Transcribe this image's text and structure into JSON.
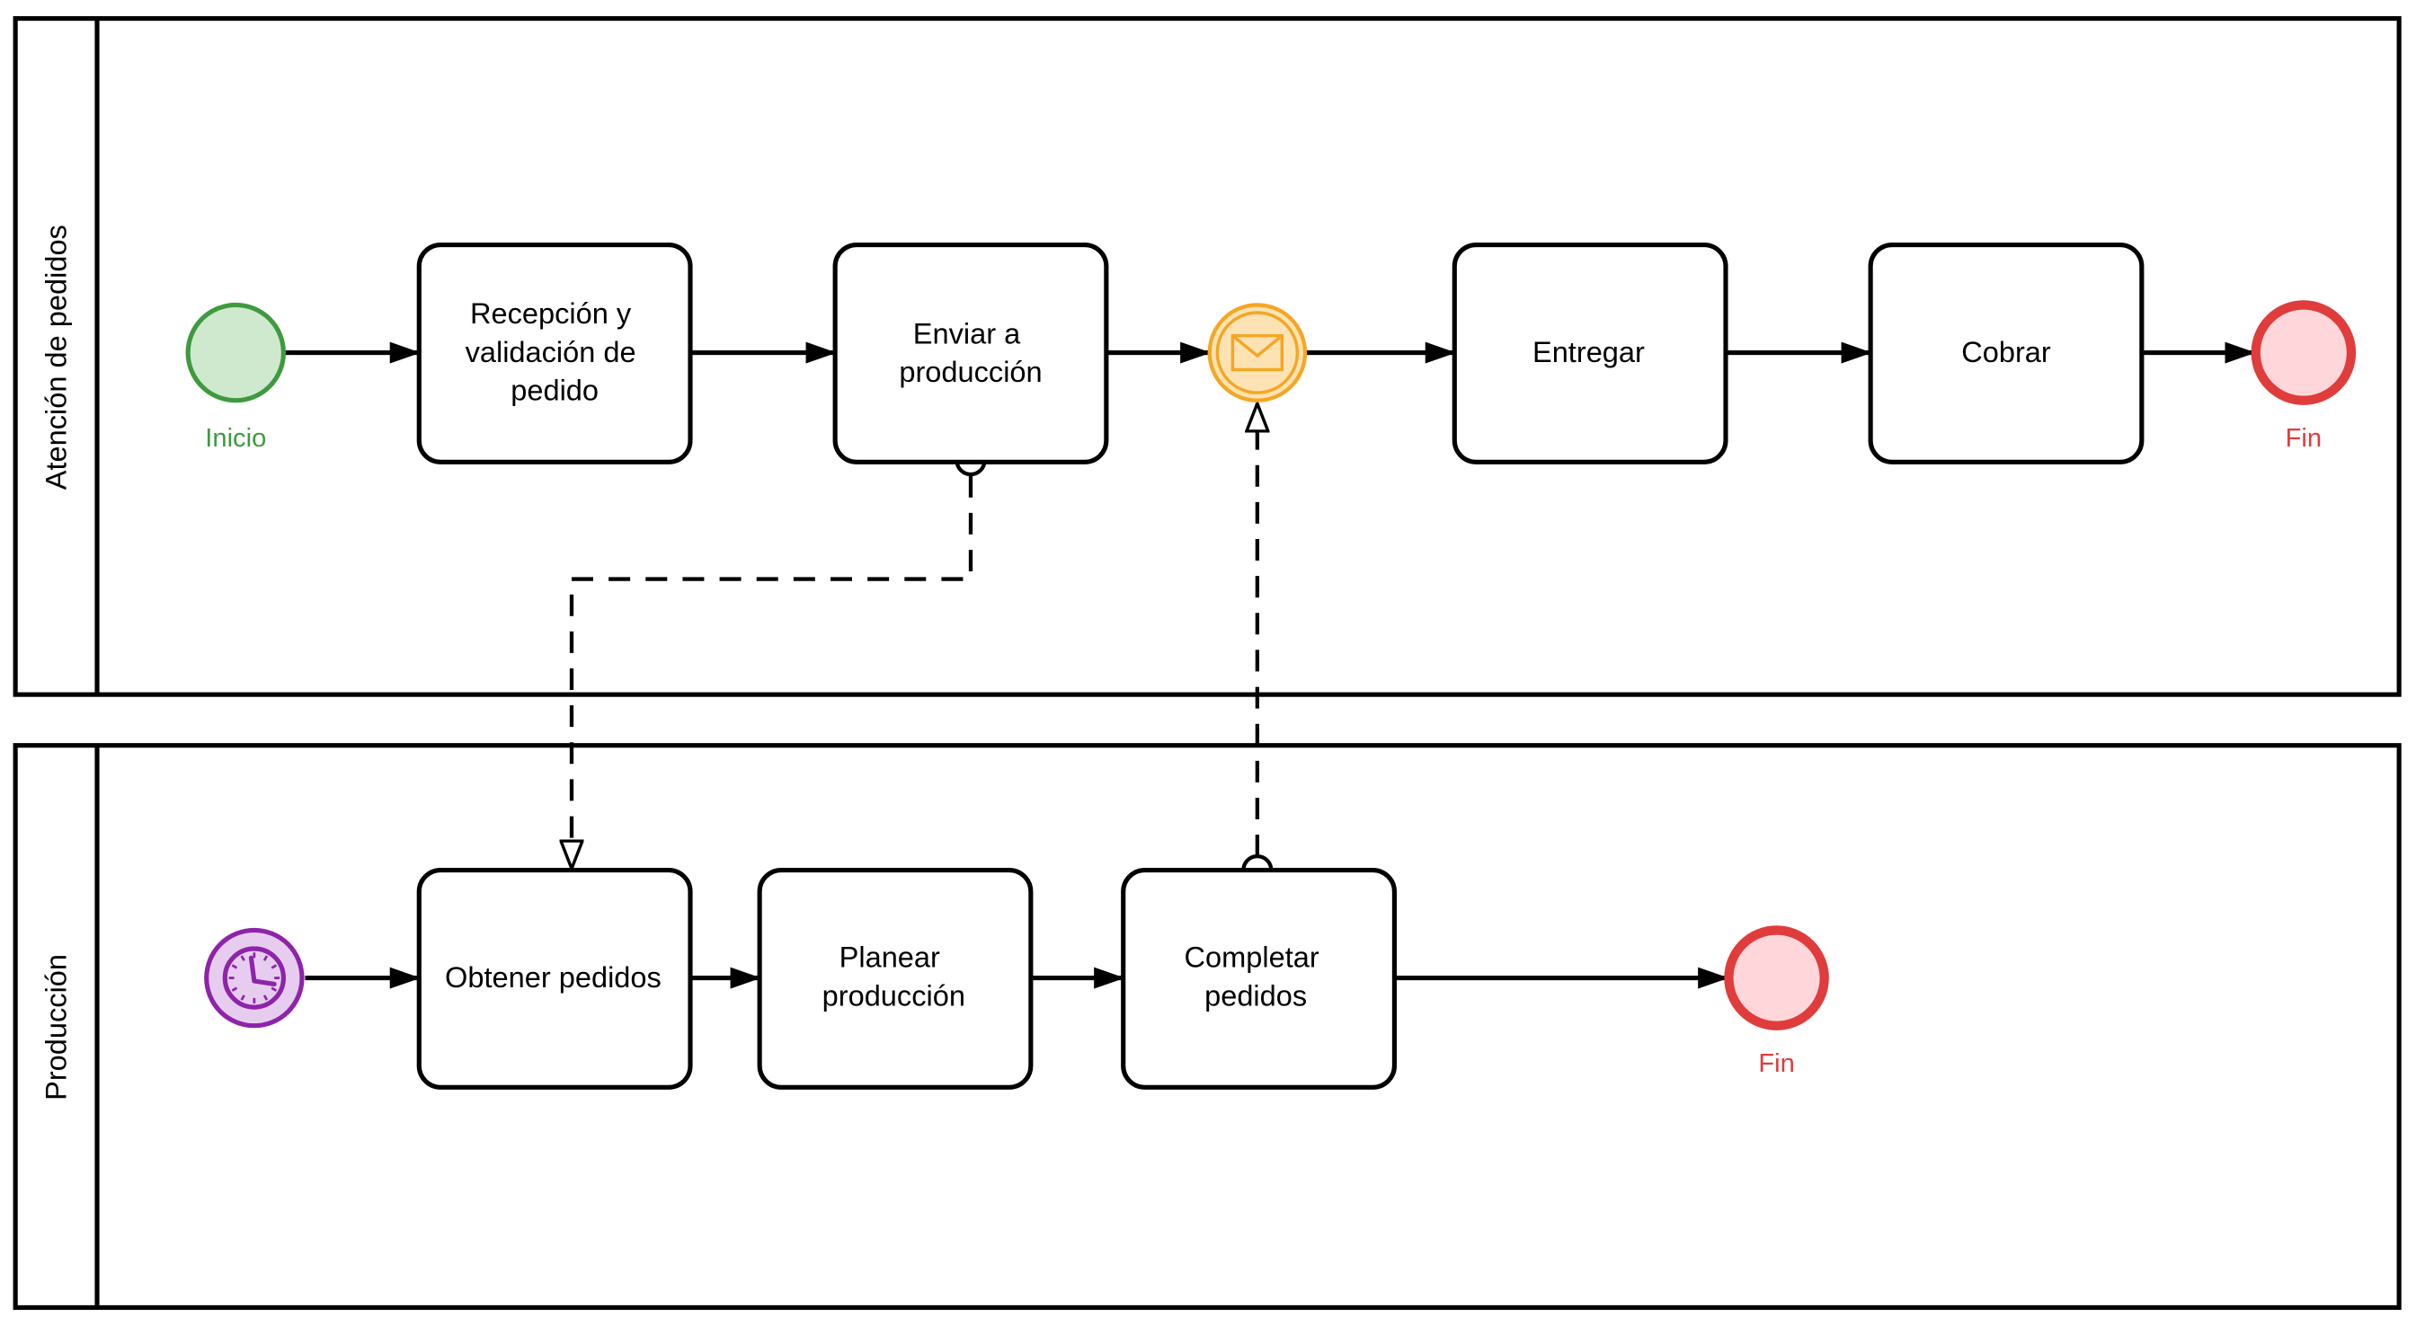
{
  "lanes": [
    {
      "id": "atencion",
      "label": "Atención de pedidos"
    },
    {
      "id": "produccion",
      "label": "Producción"
    }
  ],
  "tasks": {
    "recepcion": [
      "Recepción y",
      "validación de",
      "pedido"
    ],
    "enviar": [
      "Enviar a",
      "producción"
    ],
    "entregar": [
      "Entregar"
    ],
    "cobrar": [
      "Cobrar"
    ],
    "obtener": [
      "Obtener pedidos"
    ],
    "planear": [
      "Planear",
      "producción"
    ],
    "completar": [
      "Completar",
      "pedidos"
    ]
  },
  "events": {
    "inicio": {
      "label": "Inicio",
      "type": "start"
    },
    "fin_atencion": {
      "label": "Fin",
      "type": "end"
    },
    "message_catch": {
      "label": "",
      "type": "intermediate-message-catch",
      "icon": "envelope-icon"
    },
    "timer_start": {
      "label": "",
      "type": "timer-start",
      "icon": "clock-icon"
    },
    "fin_produccion": {
      "label": "Fin",
      "type": "end"
    }
  },
  "colors": {
    "start_stroke": "#3e9a3e",
    "start_fill": "#cfe9cf",
    "start_label": "#3e9a3e",
    "end_stroke": "#e03c3c",
    "end_fill": "#ffd6d9",
    "end_label": "#e03c3c",
    "message_stroke": "#f5a623",
    "message_fill": "#fde3b3",
    "timer_stroke": "#8e24aa",
    "timer_fill": "#e6cdef",
    "line": "#000000"
  }
}
